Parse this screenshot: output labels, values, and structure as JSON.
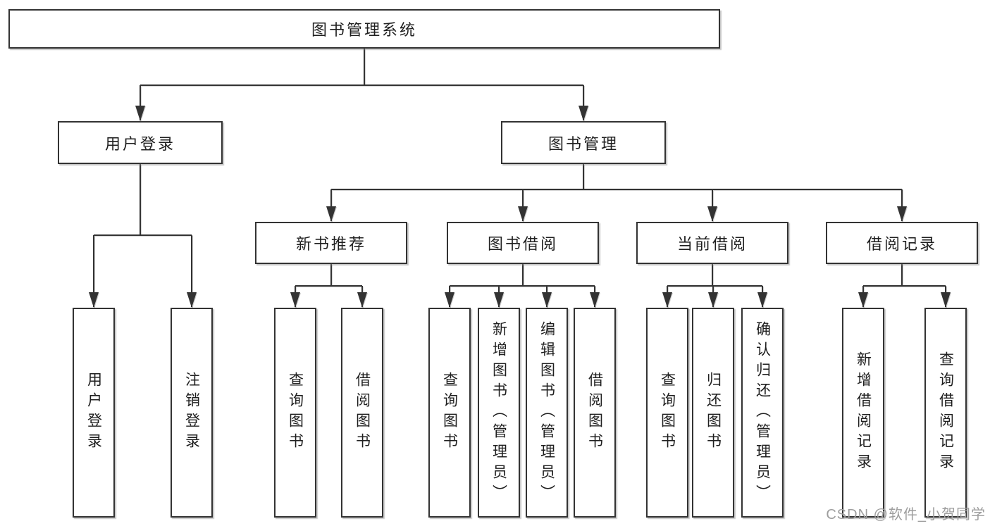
{
  "tree": {
    "label": "图书管理系统",
    "children": [
      {
        "label": "用户登录",
        "children": [
          {
            "label": "用户登录"
          },
          {
            "label": "注销登录"
          }
        ]
      },
      {
        "label": "图书管理",
        "children": [
          {
            "label": "新书推荐",
            "children": [
              {
                "label": "查询图书"
              },
              {
                "label": "借阅图书"
              }
            ]
          },
          {
            "label": "图书借阅",
            "children": [
              {
                "label": "查询图书"
              },
              {
                "label": "新增图书（管理员）"
              },
              {
                "label": "编辑图书（管理员）"
              },
              {
                "label": "借阅图书"
              }
            ]
          },
          {
            "label": "当前借阅",
            "children": [
              {
                "label": "查询图书"
              },
              {
                "label": "归还图书"
              },
              {
                "label": "确认归还（管理员）"
              }
            ]
          },
          {
            "label": "借阅记录",
            "children": [
              {
                "label": "新增借阅记录"
              },
              {
                "label": "查询借阅记录"
              }
            ]
          }
        ]
      }
    ]
  },
  "watermark": {
    "text": "CSDN @软件_小贺同学"
  },
  "colors": {
    "line": "#333333",
    "box_border": "#333333",
    "box_fill": "#ffffff",
    "text": "#1f1f1f",
    "watermark": "#9d9d9d",
    "background": "#ffffff"
  }
}
